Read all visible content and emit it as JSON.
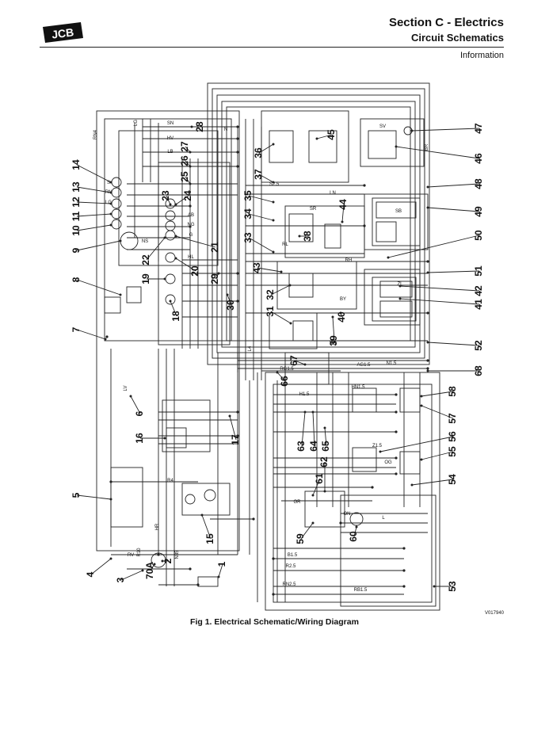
{
  "header": {
    "logo_text": "JCB",
    "section_title": "Section C - Electrics",
    "subtitle": "Circuit Schematics",
    "section_label": "Information"
  },
  "diagram": {
    "callouts": [
      "1",
      "2",
      "3",
      "4",
      "5",
      "6",
      "7",
      "8",
      "9",
      "10",
      "11",
      "12",
      "13",
      "14",
      "15",
      "16",
      "17",
      "18",
      "19",
      "20",
      "21",
      "22",
      "23",
      "24",
      "25",
      "26",
      "27",
      "28",
      "29",
      "30",
      "31",
      "32",
      "33",
      "34",
      "35",
      "36",
      "37",
      "38",
      "39",
      "40",
      "41",
      "42",
      "43",
      "44",
      "45",
      "46",
      "47",
      "48",
      "49",
      "50",
      "51",
      "52",
      "53",
      "54",
      "55",
      "56",
      "57",
      "58",
      "59",
      "60",
      "61",
      "62",
      "63",
      "64",
      "65",
      "66",
      "67",
      "68",
      "70A"
    ],
    "wire_labels": [
      "RN4",
      "LG",
      "SN",
      "HV",
      "LB",
      "N",
      "NS",
      "R10",
      "RV",
      "N35",
      "HR",
      "LV",
      "R4",
      "L4",
      "RN",
      "S",
      "LG",
      "AB",
      "G",
      "NG",
      "HL",
      "LN",
      "SR",
      "RL",
      "RH",
      "NB",
      "BY",
      "ZL",
      "SB",
      "SV",
      "S2.5",
      "N1.5",
      "AG1.5",
      "RG1.5",
      "H1.5",
      "HN1.5",
      "Z1.5",
      "B1.5",
      "R2.5",
      "RN2.5",
      "RB1.5",
      "GR",
      "ON",
      "OG",
      "L",
      "BR"
    ]
  },
  "caption": "Fig 1. Electrical Schematic/Wiring Diagram",
  "ref_code": "V017940"
}
